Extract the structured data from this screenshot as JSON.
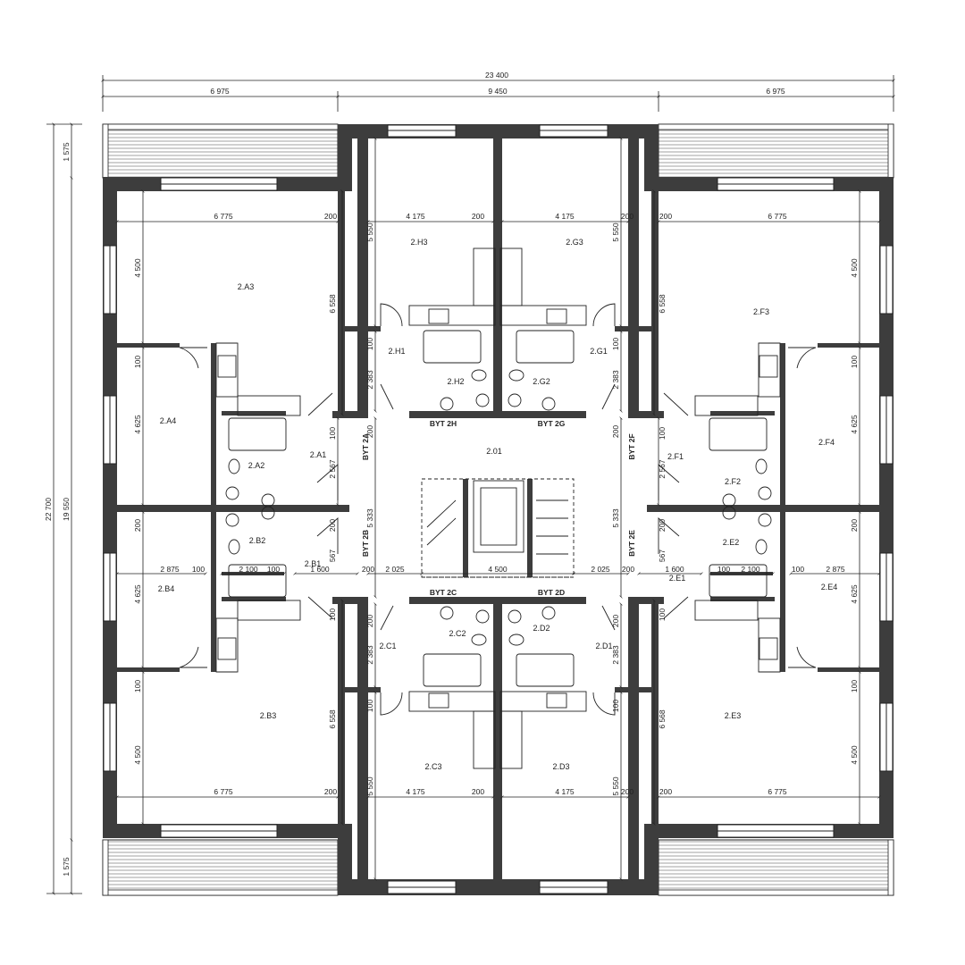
{
  "dimensions": {
    "overall_width": "23 400",
    "left_width": "6 975",
    "center_width": "9 450",
    "right_width": "6 975",
    "overall_height": "22 700",
    "inner_height": "19 550",
    "balcony_depth_top": "1 575",
    "balcony_depth_bottom": "1 575",
    "apt_width": "6 775",
    "wall_200": "200",
    "wall_100": "100",
    "room_4175": "4 175",
    "room_5550": "5 550",
    "room_6558": "6 558",
    "room_6568": "6 568",
    "room_4500": "4 500",
    "room_4625": "4 625",
    "room_2383": "2 383",
    "room_2567": "2 567",
    "room_5333": "5 333",
    "room_2875": "2 875",
    "room_2100": "2 100",
    "room_1600": "1 600",
    "room_2025": "2 025",
    "stair_4500": "4 500",
    "room_567": "567"
  },
  "rooms": {
    "A3": "2.A3",
    "A4": "2.A4",
    "A2": "2.A2",
    "A1": "2.A1",
    "B2": "2.B2",
    "B1": "2.B1",
    "B4": "2.B4",
    "B3": "2.B3",
    "H3": "2.H3",
    "H1": "2.H1",
    "H2": "2.H2",
    "G3": "2.G3",
    "G1": "2.G1",
    "G2": "2.G2",
    "F3": "2.F3",
    "F4": "2.F4",
    "F1": "2.F1",
    "F2": "2.F2",
    "E2": "2.E2",
    "E1": "2.E1",
    "E4": "2.E4",
    "E3": "2.E3",
    "C1": "2.C1",
    "C2": "2.C2",
    "C3": "2.C3",
    "D1": "2.D1",
    "D2": "2.D2",
    "D3": "2.D3",
    "hall": "2.01"
  },
  "apartments": {
    "A": "BYT 2A",
    "B": "BYT 2B",
    "C": "BYT 2C",
    "D": "BYT 2D",
    "E": "BYT 2E",
    "F": "BYT 2F",
    "G": "BYT 2G",
    "H": "BYT 2H"
  },
  "colors": {
    "wall": "#3d3d3d",
    "line": "#222222",
    "fixture": "#555555"
  }
}
